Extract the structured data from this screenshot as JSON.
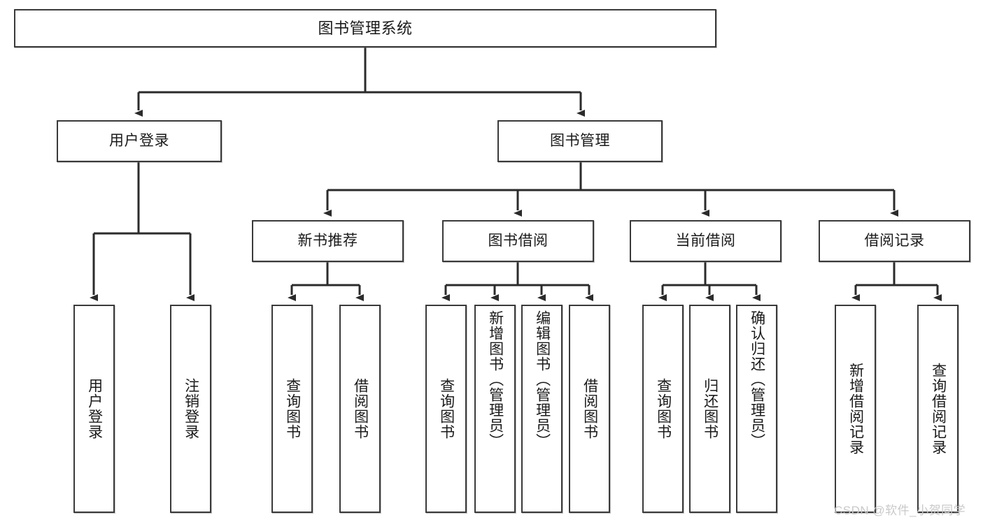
{
  "diagram": {
    "title": "图书管理系统",
    "type": "tree",
    "stroke_color": "#3a3a3a",
    "background_color": "#ffffff",
    "text_color": "#1a1a1a"
  },
  "nodes": {
    "root": {
      "label": "图书管理系统"
    },
    "level2": [
      {
        "label": "用户登录"
      },
      {
        "label": "图书管理"
      }
    ],
    "level3": [
      {
        "label": "新书推荐"
      },
      {
        "label": "图书借阅"
      },
      {
        "label": "当前借阅"
      },
      {
        "label": "借阅记录"
      }
    ],
    "leaves_user_login": [
      {
        "label": "用户登录"
      },
      {
        "label": "注销登录"
      }
    ],
    "leaves_new_book": [
      {
        "label": "查询图书"
      },
      {
        "label": "借阅图书"
      }
    ],
    "leaves_borrow": [
      {
        "label": "查询图书"
      },
      {
        "label": "新增图书（管理员）"
      },
      {
        "label": "编辑图书（管理员）"
      },
      {
        "label": "借阅图书"
      }
    ],
    "leaves_current": [
      {
        "label": "查询图书"
      },
      {
        "label": "归还图书"
      },
      {
        "label": "确认归还（管理员）"
      }
    ],
    "leaves_record": [
      {
        "label": "新增借阅记录"
      },
      {
        "label": "查询借阅记录"
      }
    ]
  },
  "watermark": {
    "text": "CSDN @软件_小贺同学"
  }
}
